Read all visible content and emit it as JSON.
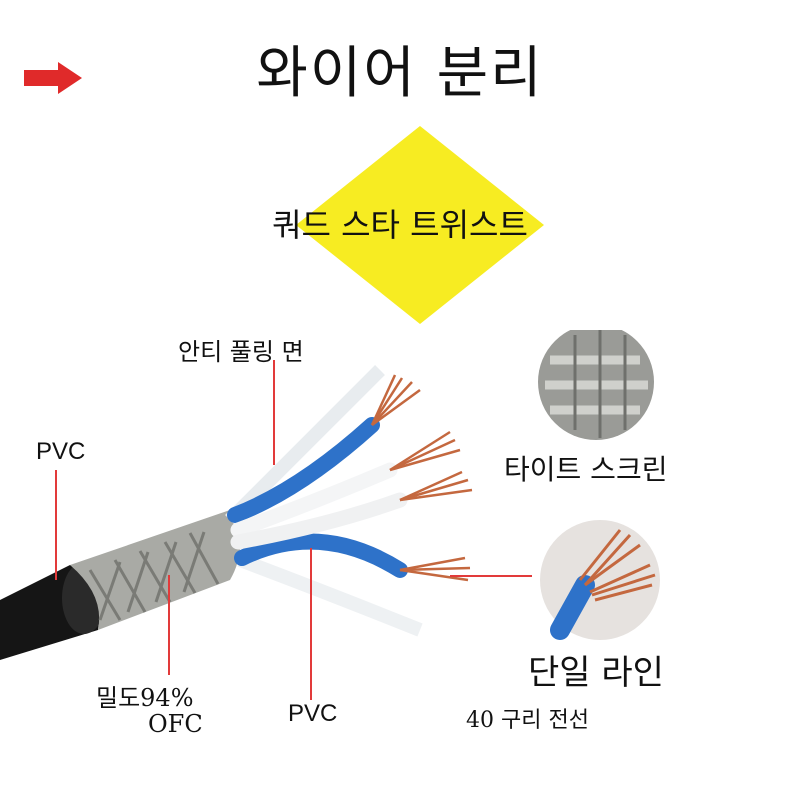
{
  "title": "와이어 분리",
  "diamond_label": "쿼드 스타 트위스트",
  "labels": {
    "anti_pull": "안티 풀링 면",
    "pvc_outer": "PVC",
    "tight_screen": "타이트 스크린",
    "single_line": "단일 라인",
    "copper_wire": "40 구리 전선",
    "density_line1": "밀도94%",
    "density_line2": "OFC",
    "pvc_inner": "PVC"
  },
  "colors": {
    "accent_red": "#e02a2a",
    "diamond_yellow": "#f7ec22",
    "wire_blue": "#2e72c9",
    "copper": "#c4683f",
    "jacket_black": "#151515"
  },
  "icons": {
    "arrow": "red-right-arrow-icon"
  }
}
